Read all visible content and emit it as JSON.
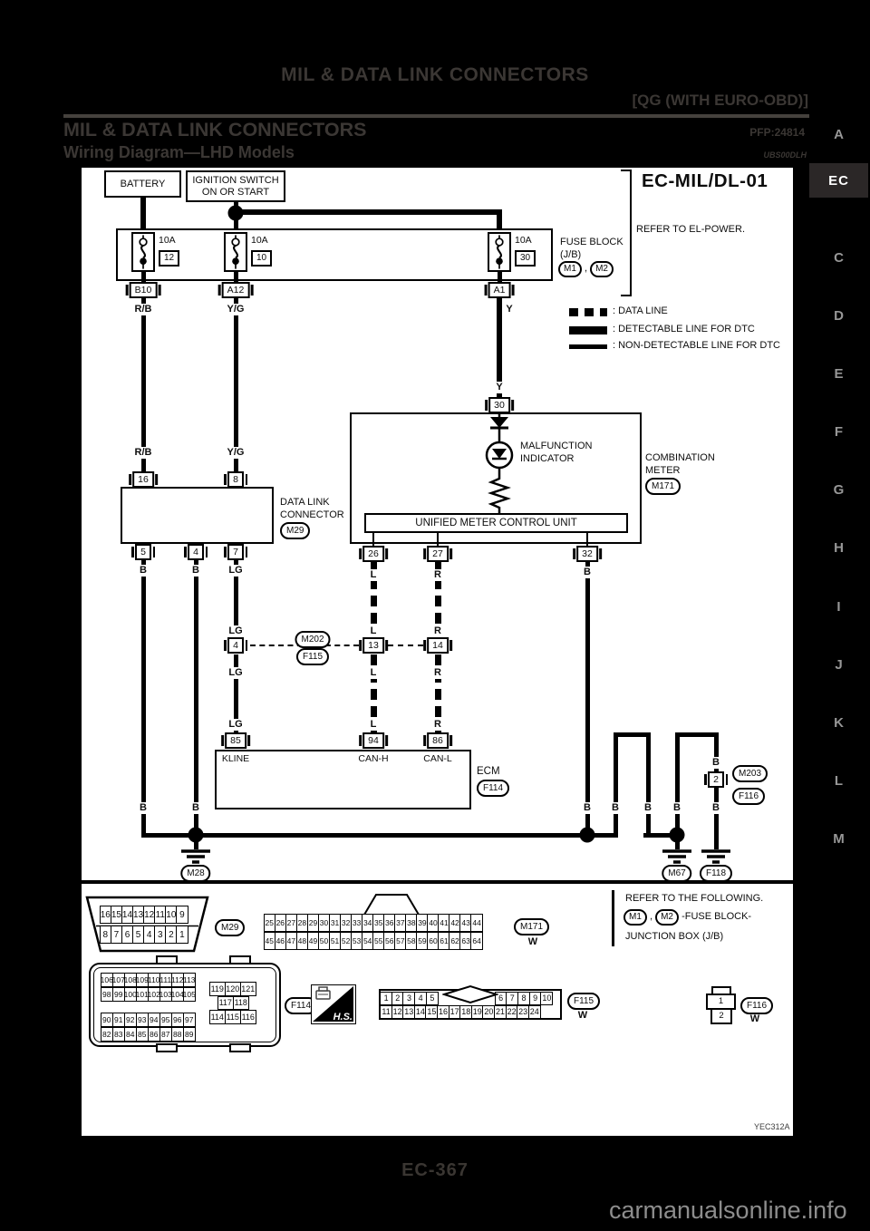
{
  "page": {
    "header_top": "MIL & DATA LINK CONNECTORS",
    "header_right": "[QG (WITH EURO-OBD)]",
    "section_title": "MIL & DATA LINK CONNECTORS",
    "section_code": "PFP:24814",
    "subsection_title": "Wiring Diagram—LHD Models",
    "subsection_code": "UBS00DLH",
    "page_number": "EC-367",
    "watermark": "carmanualsonline.info"
  },
  "margin_tabs": {
    "active": "EC",
    "letters": [
      "A",
      "C",
      "D",
      "E",
      "F",
      "G",
      "H",
      "I",
      "J",
      "K",
      "L",
      "M"
    ]
  },
  "diagram": {
    "title": "EC-MIL/DL-01",
    "refer_power": "REFER TO EL-POWER.",
    "battery": "BATTERY",
    "ignition1": "IGNITION SWITCH",
    "ignition2": "ON OR START",
    "fuse_block1": "FUSE BLOCK",
    "fuse_block2": "(J/B)",
    "m1": "M1",
    "m2": "M2",
    "comma": ",",
    "fuses": [
      {
        "amp": "10A",
        "num": "12",
        "pin": "B10"
      },
      {
        "amp": "10A",
        "num": "10",
        "pin": "A12"
      },
      {
        "amp": "10A",
        "num": "30",
        "pin": "A1"
      }
    ],
    "legend_data": ": DATA LINE",
    "legend_detect": ": DETECTABLE LINE FOR DTC",
    "legend_nondetect": ": NON-DETECTABLE LINE FOR DTC",
    "wires": {
      "rb": "R/B",
      "yg": "Y/G",
      "y": "Y",
      "b": "B",
      "lg": "LG",
      "l": "L",
      "r": "R"
    },
    "dlc": {
      "name1": "DATA LINK",
      "name2": "CONNECTOR",
      "ref": "M29",
      "p16": "16",
      "p8": "8",
      "p5": "5",
      "p4": "4",
      "p7": "7"
    },
    "meter": {
      "p30": "30",
      "mi1": "MALFUNCTION",
      "mi2": "INDICATOR",
      "unit": "UNIFIED METER CONTROL UNIT",
      "name1": "COMBINATION",
      "name2": "METER",
      "ref": "M171",
      "p26": "26",
      "p27": "27",
      "p32": "32"
    },
    "mid": {
      "p4": "4",
      "p13": "13",
      "p14": "14",
      "ref_top": "M202",
      "ref_bottom": "F115"
    },
    "ecm": {
      "p85": "85",
      "p94": "94",
      "p86": "86",
      "kline": "KLINE",
      "canh": "CAN-H",
      "canl": "CAN-L",
      "name": "ECM",
      "ref": "F114"
    },
    "branch": {
      "p2": "2",
      "ref_top": "M203",
      "ref_bottom": "F116"
    },
    "grounds": {
      "m28": "M28",
      "m67": "M67",
      "f118": "F118"
    }
  },
  "footer": {
    "refer1": "REFER TO THE FOLLOWING.",
    "m1": "M1",
    "m2": "M2",
    "comma": ",",
    "fuse_suffix": "-FUSE BLOCK-",
    "refer3": "JUNCTION BOX (J/B)",
    "figure_code": "YEC312A",
    "connectors": {
      "m29": {
        "ref": "M29",
        "rows": [
          [
            "16",
            "15",
            "14",
            "13",
            "12",
            "11",
            "10",
            "9"
          ],
          [
            "8",
            "7",
            "6",
            "5",
            "4",
            "3",
            "2",
            "1"
          ]
        ]
      },
      "m171": {
        "ref": "M171",
        "color": "W",
        "rows": [
          [
            "25",
            "26",
            "27",
            "28",
            "29",
            "30",
            "31",
            "32",
            "33",
            "34",
            "35",
            "36",
            "37",
            "38",
            "39",
            "40",
            "41",
            "42",
            "43",
            "44"
          ],
          [
            "45",
            "46",
            "47",
            "48",
            "49",
            "50",
            "51",
            "52",
            "53",
            "54",
            "55",
            "56",
            "57",
            "58",
            "59",
            "60",
            "61",
            "62",
            "63",
            "64"
          ]
        ]
      },
      "f114": {
        "ref": "F114",
        "hs": "H.S.",
        "rows_left": [
          [
            "106",
            "107",
            "108",
            "109",
            "110",
            "111",
            "112",
            "113"
          ],
          [
            "98",
            "99",
            "100",
            "101",
            "102",
            "103",
            "104",
            "105"
          ],
          [
            "90",
            "91",
            "92",
            "93",
            "94",
            "95",
            "96",
            "97"
          ],
          [
            "82",
            "83",
            "84",
            "85",
            "86",
            "87",
            "88",
            "89"
          ]
        ],
        "rows_right": [
          [
            "119",
            "120",
            "121"
          ],
          [
            "117",
            "118"
          ],
          [
            "114",
            "115",
            "116"
          ]
        ]
      },
      "f115": {
        "ref": "F115",
        "color": "W",
        "row1a": [
          "1",
          "2",
          "3",
          "4",
          "5"
        ],
        "row1b": [
          "6",
          "7",
          "8",
          "9",
          "10"
        ],
        "row2": [
          "11",
          "12",
          "13",
          "14",
          "15",
          "16",
          "17",
          "18",
          "19",
          "20",
          "21",
          "22",
          "23",
          "24"
        ]
      },
      "f116": {
        "ref": "F116",
        "color": "W",
        "p1": "1",
        "p2": "2"
      }
    }
  }
}
